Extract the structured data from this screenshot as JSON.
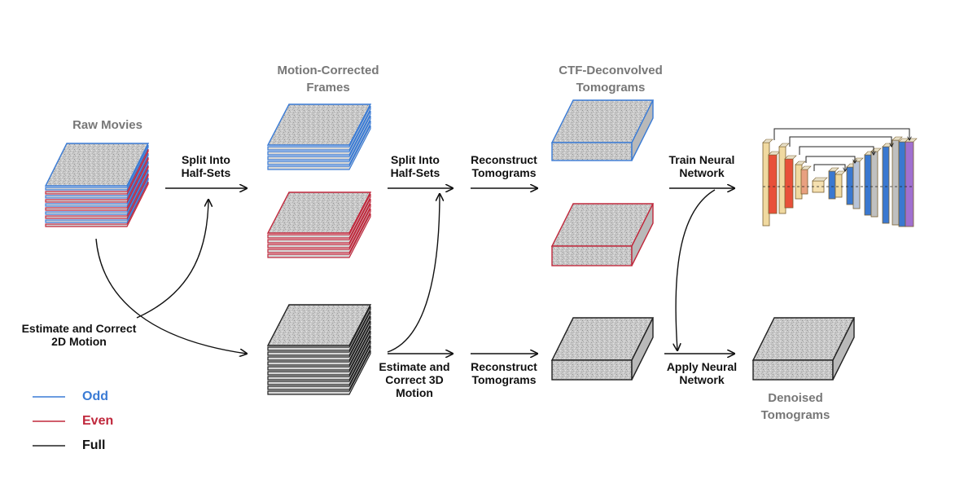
{
  "colors": {
    "odd": "#3a7bd5",
    "even": "#c0283c",
    "full": "#222222",
    "title_gray": "#777777"
  },
  "titles": {
    "raw_movies": "Raw Movies",
    "motion_corrected": "Motion-Corrected\nFrames",
    "ctf_deconvolved": "CTF-Deconvolved\nTomograms",
    "denoised": "Denoised\nTomograms"
  },
  "steps": {
    "split_1": "Split Into\nHalf-Sets",
    "split_2": "Split Into\nHalf-Sets",
    "estimate_2d": "Estimate and Correct\n2D Motion",
    "estimate_3d": "Estimate and\nCorrect 3D\nMotion",
    "reconstruct_top": "Reconstruct\nTomograms",
    "reconstruct_bottom": "Reconstruct\nTomograms",
    "train": "Train Neural\nNetwork",
    "apply": "Apply Neural\nNetwork"
  },
  "legend": [
    {
      "label": "Odd",
      "color": "#3a7bd5",
      "text_color": "#3a7bd5"
    },
    {
      "label": "Even",
      "color": "#c0283c",
      "text_color": "#c0283c"
    },
    {
      "label": "Full",
      "color": "#222222",
      "text_color": "#111111"
    }
  ]
}
